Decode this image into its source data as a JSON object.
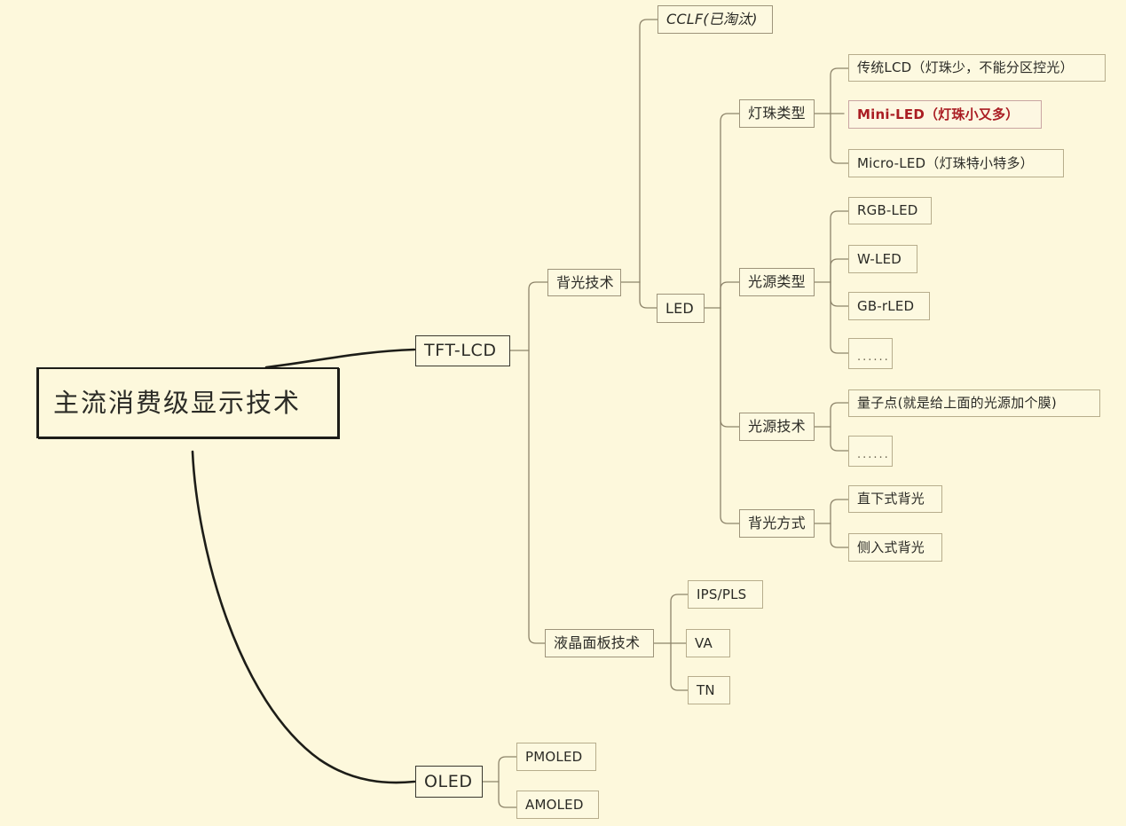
{
  "diagram": {
    "title": "主流消费级显示技术",
    "background_color": "#fdf8dc",
    "node_fill_color": "#fdf9e0",
    "node_border_color": "#b5ab86",
    "root_border_color": "#1d1d18",
    "highlight_color": "#aa1d23",
    "text_color": "#2b2b26"
  },
  "nodes": {
    "root": "主流消费级显示技术",
    "tft_lcd": "TFT-LCD",
    "oled": "OLED",
    "backlight_tech": "背光技术",
    "lcd_panel_tech": "液晶面板技术",
    "cclf": "CCLF(已淘汰)",
    "led": "LED",
    "bead_type": "灯珠类型",
    "source_type": "光源类型",
    "source_tech": "光源技术",
    "backlight_mode": "背光方式",
    "trad_lcd": "传统LCD（灯珠少，不能分区控光）",
    "mini_led": "Mini-LED（灯珠小又多）",
    "micro_led": "Micro-LED（灯珠特小特多）",
    "rgb_led": "RGB-LED",
    "w_led": "W-LED",
    "gb_rled": "GB-rLED",
    "source_type_more": "......",
    "quantum_dot": "量子点(就是给上面的光源加个膜)",
    "source_tech_more": "......",
    "direct_backlight": "直下式背光",
    "edge_backlight": "侧入式背光",
    "ips_pls": "IPS/PLS",
    "va": "VA",
    "tn": "TN",
    "pmoled": "PMOLED",
    "amoled": "AMOLED"
  },
  "chart_data": {
    "type": "tree",
    "title": "主流消费级显示技术",
    "root": {
      "label": "主流消费级显示技术",
      "children": [
        {
          "label": "TFT-LCD",
          "children": [
            {
              "label": "背光技术",
              "children": [
                {
                  "label": "CCLF(已淘汰)",
                  "style": "italic"
                },
                {
                  "label": "LED",
                  "children": [
                    {
                      "label": "灯珠类型",
                      "children": [
                        {
                          "label": "传统LCD（灯珠少，不能分区控光）"
                        },
                        {
                          "label": "Mini-LED（灯珠小又多）",
                          "style": "highlight"
                        },
                        {
                          "label": "Micro-LED（灯珠特小特多）"
                        }
                      ]
                    },
                    {
                      "label": "光源类型",
                      "children": [
                        {
                          "label": "RGB-LED"
                        },
                        {
                          "label": "W-LED"
                        },
                        {
                          "label": "GB-rLED"
                        },
                        {
                          "label": "......"
                        }
                      ]
                    },
                    {
                      "label": "光源技术",
                      "children": [
                        {
                          "label": "量子点(就是给上面的光源加个膜)"
                        },
                        {
                          "label": "......"
                        }
                      ]
                    },
                    {
                      "label": "背光方式",
                      "children": [
                        {
                          "label": "直下式背光"
                        },
                        {
                          "label": "侧入式背光"
                        }
                      ]
                    }
                  ]
                }
              ]
            },
            {
              "label": "液晶面板技术",
              "children": [
                {
                  "label": "IPS/PLS"
                },
                {
                  "label": "VA"
                },
                {
                  "label": "TN"
                }
              ]
            }
          ]
        },
        {
          "label": "OLED",
          "children": [
            {
              "label": "PMOLED"
            },
            {
              "label": "AMOLED"
            }
          ]
        }
      ]
    }
  }
}
